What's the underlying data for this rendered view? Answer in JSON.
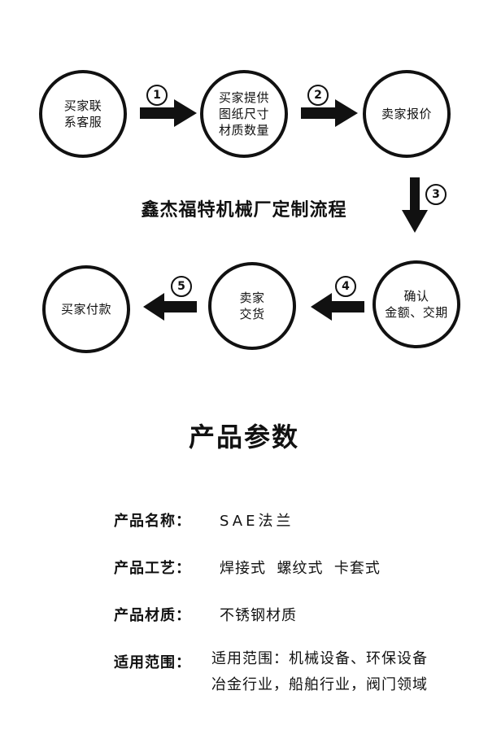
{
  "process": {
    "title": "鑫杰福特机械厂定制流程",
    "steps": [
      {
        "number": "1",
        "text": "买家联\n系客服"
      },
      {
        "number": "2",
        "text": "买家提供\n图纸尺寸\n材质数量"
      },
      {
        "number": "3",
        "text": "卖家报价"
      },
      {
        "number": "4",
        "text": "确认\n金额、交期"
      },
      {
        "number": "5",
        "text": "卖家\n交货"
      },
      {
        "number": "",
        "text": "买家付款"
      }
    ]
  },
  "params": {
    "title": "产品参数",
    "rows": [
      {
        "label": "产品名称：",
        "value": "SAE法兰"
      },
      {
        "label": "产品工艺：",
        "value": "焊接式  螺纹式  卡套式"
      },
      {
        "label": "产品材质：",
        "value": "不锈钢材质"
      },
      {
        "label": "适用范围：",
        "value": "适用范围：机械设备、环保设备\n冶金行业，船舶行业，阀门领域"
      }
    ]
  },
  "colors": {
    "foreground": "#111111",
    "background": "#ffffff"
  }
}
